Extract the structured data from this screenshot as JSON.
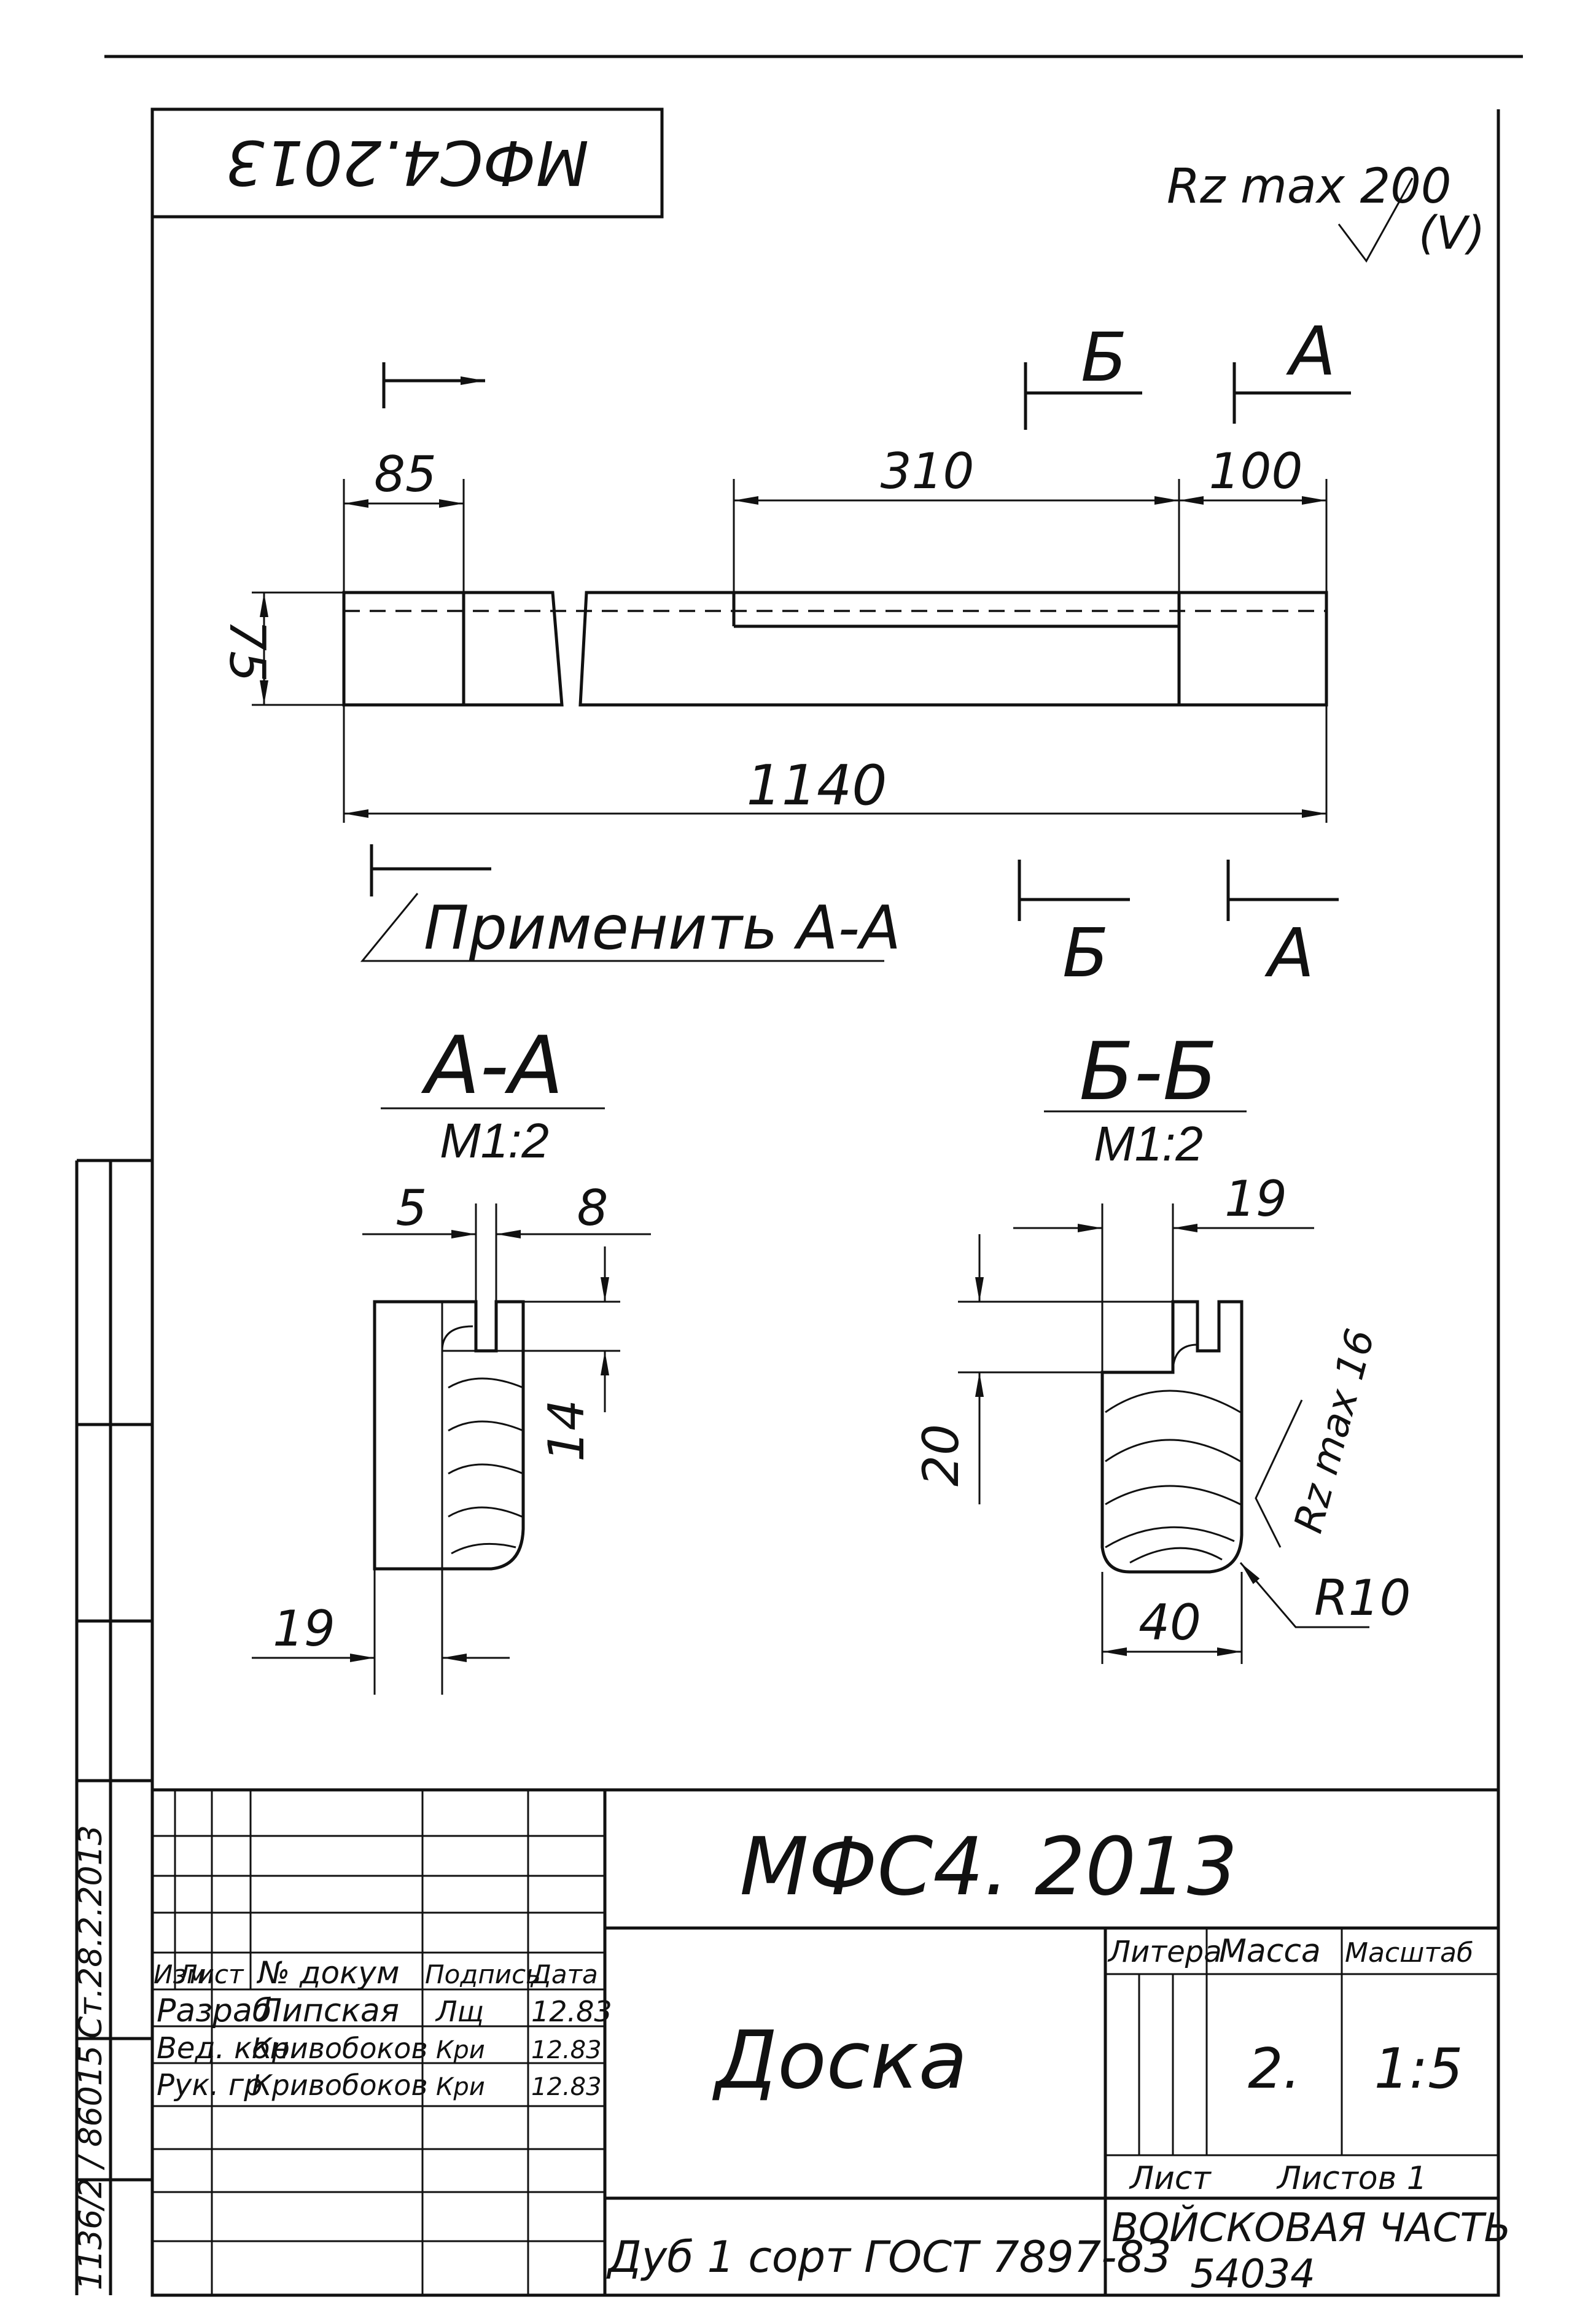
{
  "stamp_top": "МФС4.2013",
  "roughness": {
    "value": "Rz max 200",
    "suffix": "(V)"
  },
  "dimensions": {
    "length_85": "85",
    "length_310": "310",
    "length_100": "100",
    "height_75": "75",
    "total_1140": "1140",
    "aa_5": "5",
    "aa_8": "8",
    "aa_14": "14",
    "aa_19": "19",
    "bb_19": "19",
    "bb_20": "20",
    "bb_40": "40",
    "bb_r10": "R10",
    "bb_rz16": "Rz max 16"
  },
  "section_markers": {
    "b": "Б",
    "a": "А"
  },
  "apply_note": "Применить А-А",
  "sections": {
    "aa": {
      "title": "А-А",
      "scale": "М1:2"
    },
    "bb": {
      "title": "Б-Б",
      "scale": "М1:2"
    }
  },
  "side_stamp": {
    "top": "Ст.28.2.2013",
    "bottom": "1136/2 / 86015"
  },
  "title_block": {
    "designation": "МФС4. 2013",
    "part_name": "Доска",
    "material": "Дуб 1 сорт ГОСТ 7897-83",
    "organization_line1": "ВОЙСКОВАЯ ЧАСТЬ",
    "organization_line2": "54034",
    "labels": {
      "litera": "Литера",
      "mass": "Масса",
      "scale": "Масштаб",
      "sheet": "Лист",
      "sheets": "Листов 1"
    },
    "mass_value": "2.",
    "scale_value": "1:5",
    "headers": {
      "izm": "Изм",
      "list": "Лист",
      "doc": "№ докум",
      "sign": "Подпись",
      "date": "Дата"
    },
    "rows": [
      {
        "role": "Разраб",
        "name": "Липская",
        "sign": "Лщ",
        "date": "12.83"
      },
      {
        "role": "Вед. кон.",
        "name": "Кривобоков",
        "sign": "Кри",
        "date": "12.83"
      },
      {
        "role": "Рук. гр",
        "name": "Кривобоков",
        "sign": "Кри",
        "date": "12.83"
      }
    ]
  }
}
